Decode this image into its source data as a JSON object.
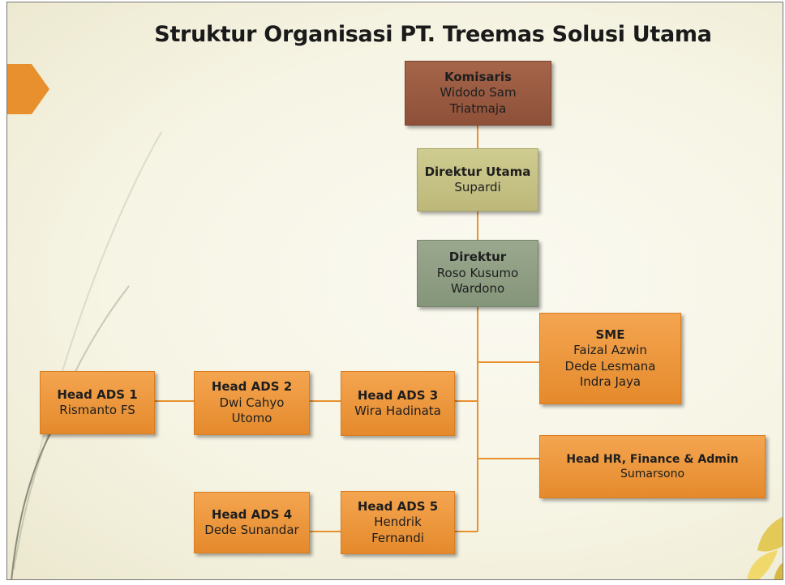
{
  "title": "Struktur Organisasi PT. Treemas Solusi Utama",
  "nodes": {
    "komisaris": {
      "role": "Komisaris",
      "name_lines": [
        "Widodo Sam",
        "Triatmaja"
      ]
    },
    "direktur_utama": {
      "role": "Direktur Utama",
      "name_lines": [
        "Supardi"
      ]
    },
    "direktur": {
      "role": "Direktur",
      "name_lines": [
        "Roso Kusumo",
        "Wardono"
      ]
    },
    "sme": {
      "role": "SME",
      "name_lines": [
        "Faizal Azwin",
        "Dede Lesmana",
        "Indra Jaya"
      ]
    },
    "head_hr": {
      "role": "Head HR, Finance & Admin",
      "name_lines": [
        "Sumarsono"
      ]
    },
    "head_ads_1": {
      "role": "Head ADS 1",
      "name_lines": [
        "Rismanto FS"
      ]
    },
    "head_ads_2": {
      "role": "Head ADS 2",
      "name_lines": [
        "Dwi Cahyo",
        "Utomo"
      ]
    },
    "head_ads_3": {
      "role": "Head ADS 3",
      "name_lines": [
        "Wira Hadinata"
      ]
    },
    "head_ads_4": {
      "role": "Head ADS 4",
      "name_lines": [
        "Dede Sunandar"
      ]
    },
    "head_ads_5": {
      "role": "Head ADS 5",
      "name_lines": [
        "Hendrik",
        "Fernandi"
      ]
    }
  },
  "colors": {
    "connector": "#e8912f",
    "box_orange": "#ef9a40",
    "box_brown": "#9a5a42",
    "box_olive": "#c8c488",
    "box_sage": "#909f84",
    "accent_arrow": "#e8902e"
  }
}
